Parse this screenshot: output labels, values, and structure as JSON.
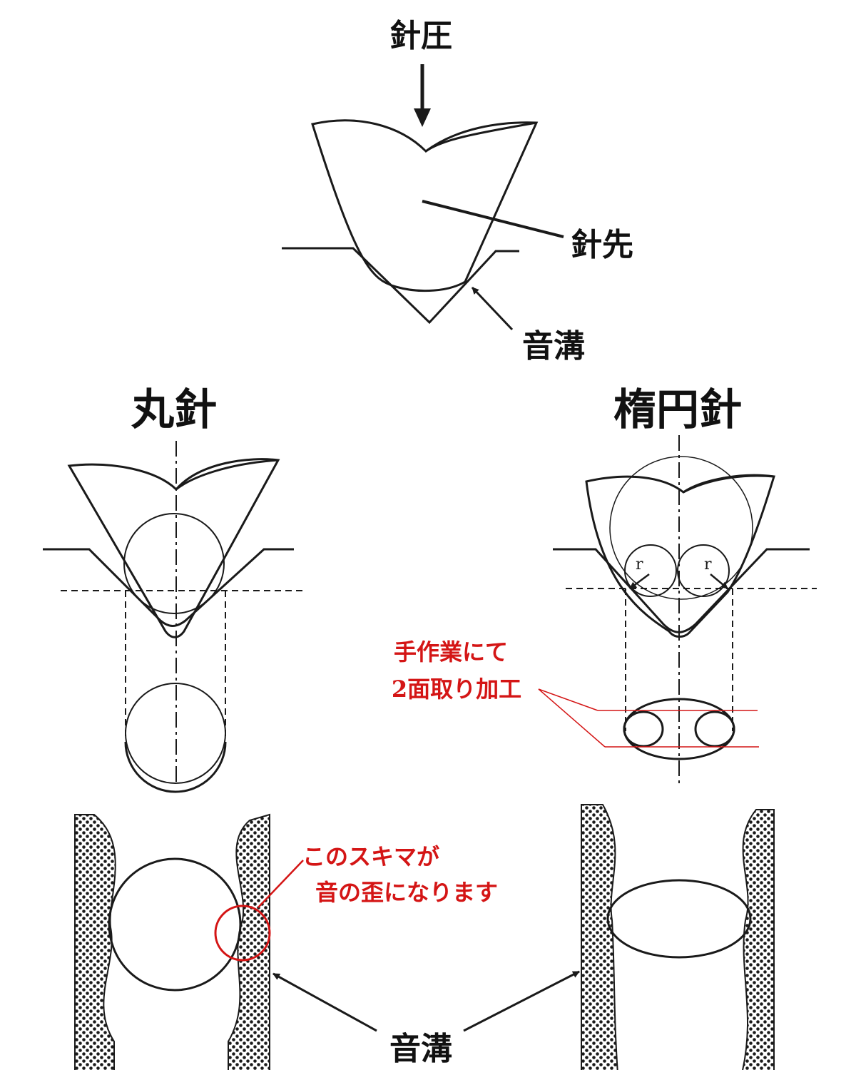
{
  "labels": {
    "stylus_pressure": "針圧",
    "stylus_tip": "針先",
    "groove_top": "音溝",
    "round_stylus_title": "丸針",
    "elliptical_stylus_title": "楕円針",
    "radius_left": "r",
    "radius_right": "r",
    "handwork_line1": "手作業にて",
    "handwork_line2": "2面取り加工",
    "gap_line1": "このスキマが",
    "gap_line2": "音の歪になります",
    "groove_bottom": "音溝"
  },
  "colors": {
    "ink": "#1a1a1a",
    "annotation_red": "#d41515",
    "background": "#ffffff"
  }
}
